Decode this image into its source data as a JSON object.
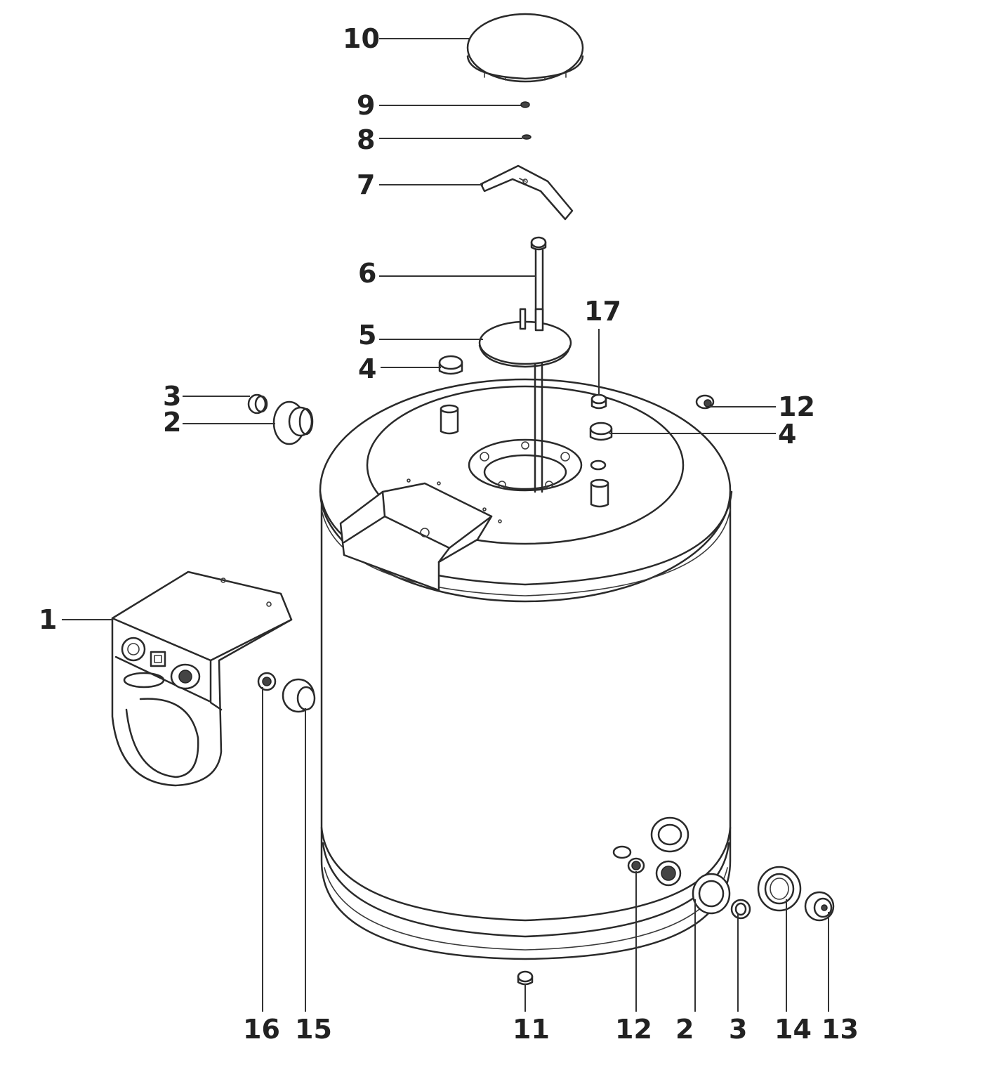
{
  "callouts": {
    "c10": "10",
    "c9": "9",
    "c8": "8",
    "c7": "7",
    "c6": "6",
    "c17": "17",
    "c5": "5",
    "c4a": "4",
    "c3a": "3",
    "c12a": "12",
    "c2a": "2",
    "c4b": "4",
    "c1": "1",
    "c16": "16",
    "c15": "15",
    "c11": "11",
    "c12b": "12",
    "c2b": "2",
    "c3b": "3",
    "c14": "14",
    "c13": "13"
  }
}
